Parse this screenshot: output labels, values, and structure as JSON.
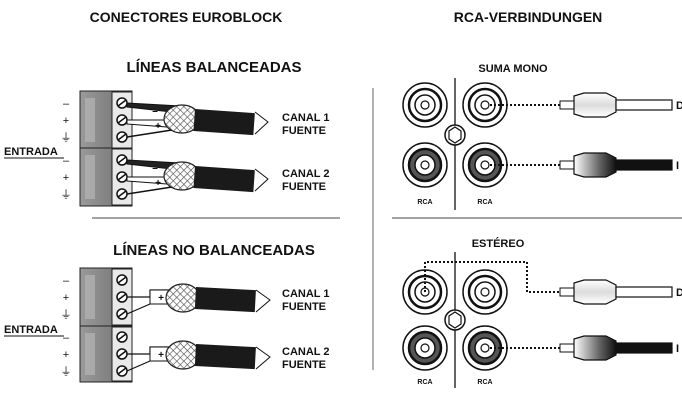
{
  "titles": {
    "euroblock": "CONECTORES EUROBLOCK",
    "rca": "RCA-VERBINDUNGEN"
  },
  "euroblock": {
    "balanced": {
      "heading": "LÍNEAS BALANCEADAS",
      "entrada": "ENTRADA",
      "channels": [
        {
          "line1": "CANAL 1",
          "line2": "FUENTE"
        },
        {
          "line1": "CANAL 2",
          "line2": "FUENTE"
        }
      ]
    },
    "unbalanced": {
      "heading": "LÍNEAS NO BALANCEADAS",
      "entrada": "ENTRADA",
      "channels": [
        {
          "line1": "CANAL 1",
          "line2": "FUENTE"
        },
        {
          "line1": "CANAL 2",
          "line2": "FUENTE"
        }
      ]
    },
    "terminal_symbols": {
      "minus": "–",
      "plus": "+",
      "ground": "⏚"
    },
    "wire_marks": {
      "minus": "–",
      "plus": "+"
    }
  },
  "rca": {
    "mono": {
      "heading": "SUMA MONO",
      "right_plug": "D",
      "left_plug": "I",
      "jack_labels": [
        "RCA",
        "RCA"
      ]
    },
    "stereo": {
      "heading": "ESTÉREO",
      "right_plug": "D",
      "left_plug": "I",
      "jack_labels": [
        "RCA",
        "RCA"
      ]
    }
  },
  "colors": {
    "ink": "#111111",
    "terminal_block": "#8a8a8a",
    "terminal_block_dark": "#5a5a5a",
    "cable": "#1a1a1a",
    "jack_red": "#555555"
  }
}
